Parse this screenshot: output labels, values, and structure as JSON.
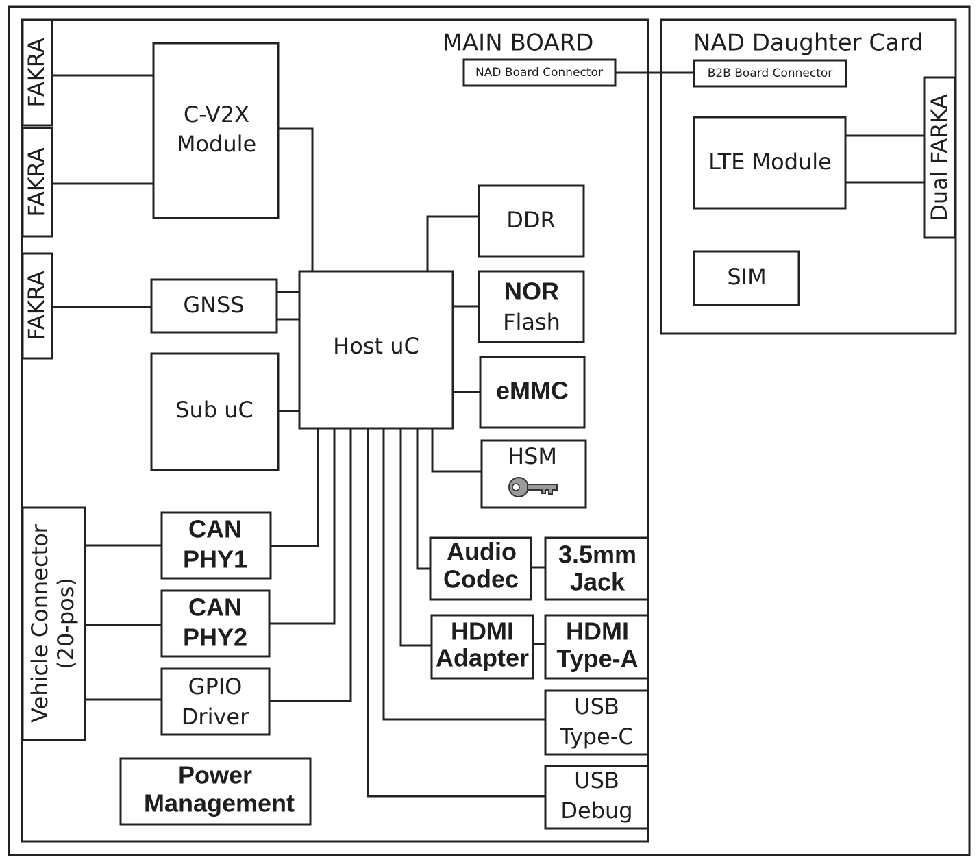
{
  "main_board": {
    "title": "MAIN BOARD"
  },
  "nad_card": {
    "title": "NAD Daughter Card"
  },
  "connectors": {
    "nad_board": "NAD Board Connector",
    "b2b_board": "B2B Board Connector"
  },
  "fakra": {
    "label": "FAKRA"
  },
  "dual_farka": {
    "label": "Dual FARKA"
  },
  "vehicle_connector": {
    "line1": "Vehicle Connector",
    "line2": "(20-pos)"
  },
  "blocks": {
    "cv2x": {
      "line1": "C-V2X",
      "line2": "Module"
    },
    "gnss": "GNSS",
    "sub_uc": "Sub uC",
    "host_uc": "Host uC",
    "ddr": "DDR",
    "nor": {
      "line1": "NOR",
      "line2": "Flash"
    },
    "emmc": "eMMC",
    "hsm": "HSM",
    "can1": {
      "line1": "CAN",
      "line2": "PHY1"
    },
    "can2": {
      "line1": "CAN",
      "line2": "PHY2"
    },
    "gpio": {
      "line1": "GPIO",
      "line2": "Driver"
    },
    "power": {
      "line1": "Power",
      "line2": "Management"
    },
    "audio_codec": {
      "line1": "Audio",
      "line2": "Codec"
    },
    "jack": {
      "line1": "3.5mm",
      "line2": "Jack"
    },
    "hdmi_adapter": {
      "line1": "HDMI",
      "line2": "Adapter"
    },
    "hdmi_type_a": {
      "line1": "HDMI",
      "line2": "Type-A"
    },
    "usb_c": {
      "line1": "USB",
      "line2": "Type-C"
    },
    "usb_debug": {
      "line1": "USB",
      "line2": "Debug"
    },
    "lte": "LTE Module",
    "sim": "SIM"
  },
  "icons": {
    "hsm": "key-icon"
  }
}
